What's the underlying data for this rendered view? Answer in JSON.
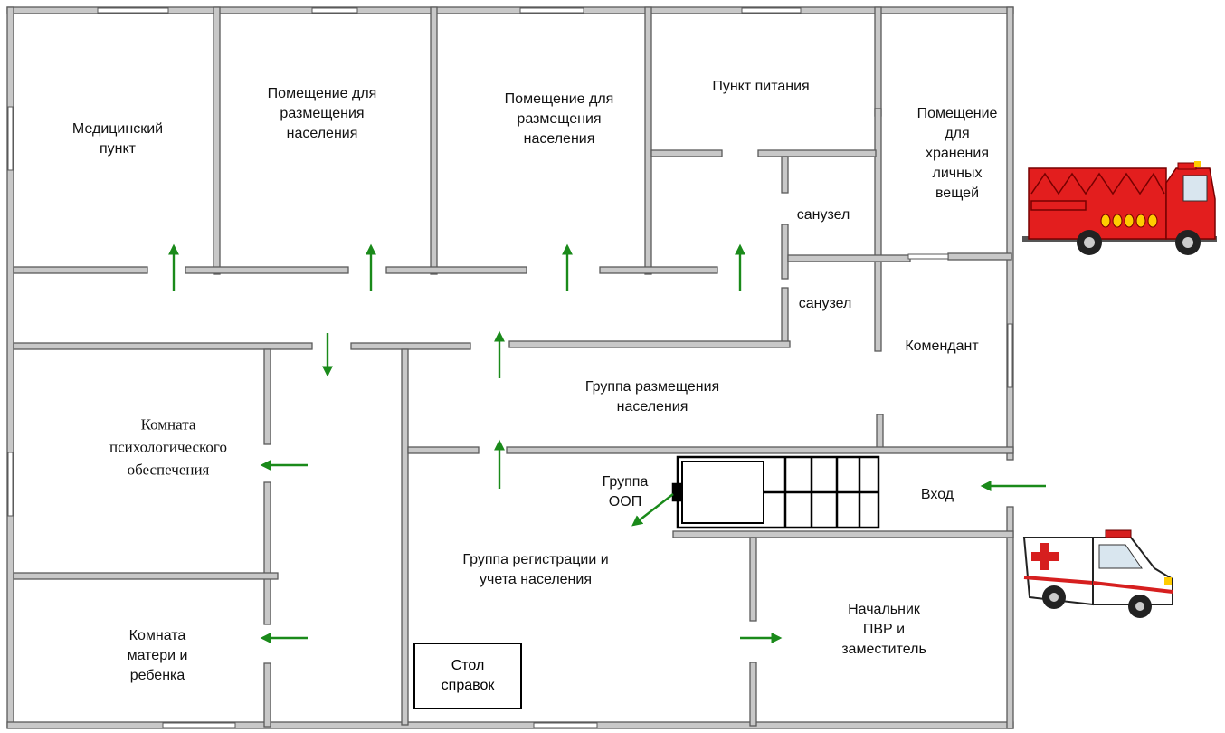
{
  "rooms": {
    "medical": "Медицинский\nпункт",
    "housing_1": "Помещение для\nразмещения\nнаселения",
    "housing_2": "Помещение для\nразмещения\nнаселения",
    "food": "Пункт питания",
    "storage": "Помещение\nдля\nхранения\nличных\nвещей",
    "wc_1": "санузел",
    "wc_2": "санузел",
    "commandant": "Комендант",
    "placement_group": "Группа размещения\nнаселения",
    "psych_room": "Комната\nпсихологического\nобеспечения",
    "mother_child": "Комната\nматери и\nребенка",
    "oop_group": "Группа\nООП",
    "entrance": "Вход",
    "registration": "Группа регистрации и\nучета населения",
    "info_desk": "Стол\nсправок",
    "chief": "Начальник\nПВР и\nзаместитель"
  },
  "colors": {
    "wall_fill": "#c8c8c8",
    "wall_stroke": "#5a5a5a",
    "arrow": "#1a8a1a",
    "fire_truck": "#e31e1e",
    "ambulance_cross": "#d61f1f"
  },
  "icons": [
    "fire-truck-icon",
    "ambulance-icon",
    "arrow-icon",
    "stair-icon"
  ]
}
